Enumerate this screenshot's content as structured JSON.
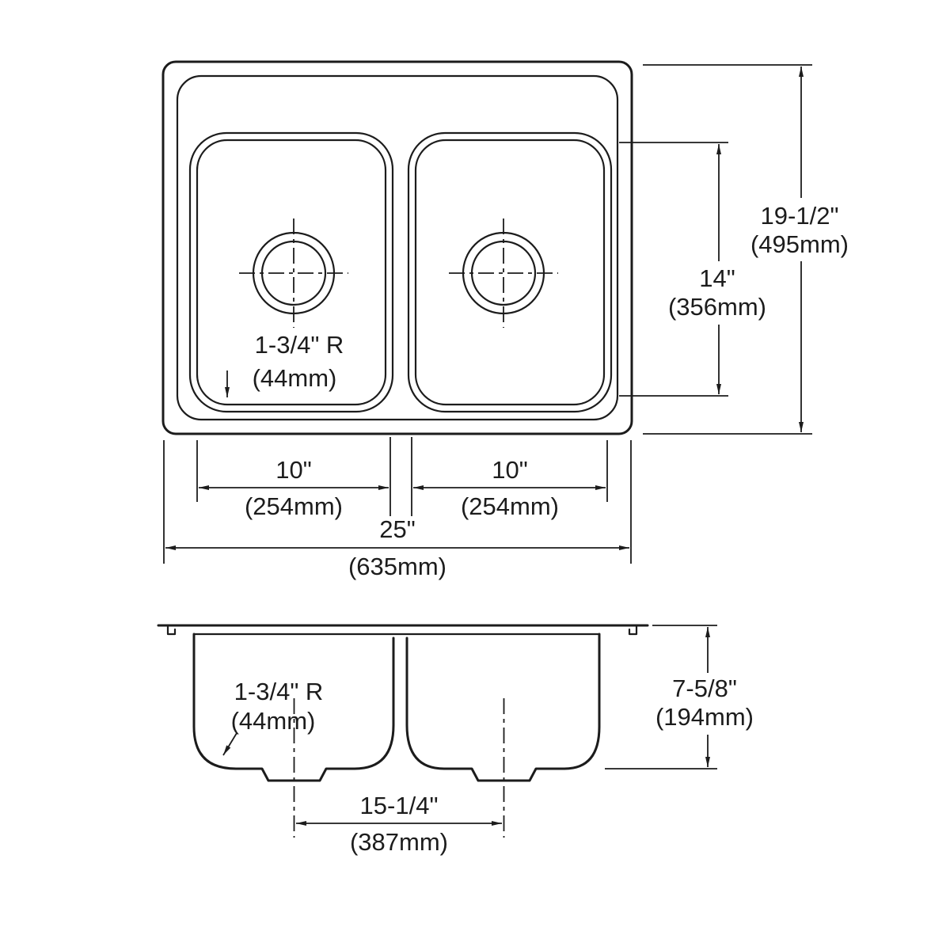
{
  "top_view": {
    "corner_radius": {
      "imperial": "1-3/4\" R",
      "metric": "(44mm)"
    },
    "bowl_inner_height": {
      "imperial": "14\"",
      "metric": "(356mm)"
    },
    "overall_height": {
      "imperial": "19-1/2\"",
      "metric": "(495mm)"
    },
    "left_bowl_width": {
      "imperial": "10\"",
      "metric": "(254mm)"
    },
    "right_bowl_width": {
      "imperial": "10\"",
      "metric": "(254mm)"
    },
    "overall_width": {
      "imperial": "25\"",
      "metric": "(635mm)"
    }
  },
  "front_view": {
    "corner_radius": {
      "imperial": "1-3/4\" R",
      "metric": "(44mm)"
    },
    "overall_depth": {
      "imperial": "7-5/8\"",
      "metric": "(194mm)"
    },
    "drain_centers": {
      "imperial": "15-1/4\"",
      "metric": "(387mm)"
    }
  }
}
